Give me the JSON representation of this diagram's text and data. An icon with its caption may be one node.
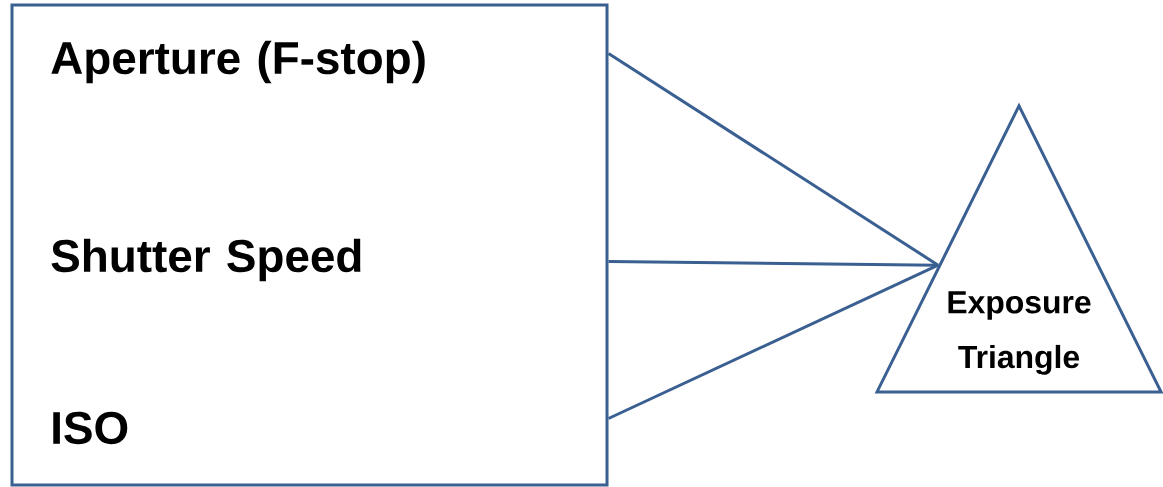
{
  "diagram": {
    "nodes": [
      {
        "text": [],
        "shape": "box"
      },
      {
        "text": [
          "Aperture (F-stop)"
        ],
        "in": 0
      },
      {
        "text": [
          "Shutter Speed"
        ],
        "in": 0
      },
      {
        "text": [
          "ISO"
        ],
        "in": 0
      },
      {
        "text": [
          "Exposure Triangle"
        ]
      }
    ],
    "edges": [
      {
        "from": 0,
        "to": 4,
        "arrow": "none"
      },
      {
        "from": 0,
        "to": 4,
        "arrow": "none"
      },
      {
        "from": 0,
        "to": 4,
        "arrow": "none"
      }
    ]
  }
}
